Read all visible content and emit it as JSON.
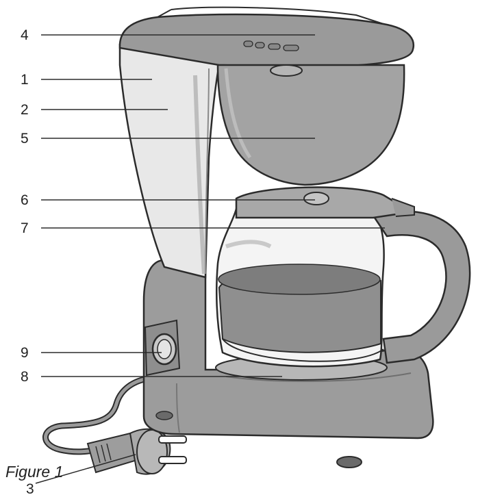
{
  "figure": {
    "caption": "Figure 1"
  },
  "callouts": [
    {
      "id": "4",
      "label": "4"
    },
    {
      "id": "1",
      "label": "1"
    },
    {
      "id": "2",
      "label": "2"
    },
    {
      "id": "5",
      "label": "5"
    },
    {
      "id": "6",
      "label": "6"
    },
    {
      "id": "7",
      "label": "7"
    },
    {
      "id": "9",
      "label": "9"
    },
    {
      "id": "8",
      "label": "8"
    },
    {
      "id": "3",
      "label": "3"
    }
  ],
  "colors": {
    "body_dark": "#8a8a8a",
    "body_mid": "#a7a7a7",
    "panel_light": "#e6e6e6",
    "outline": "#2b2b2b",
    "glass": "#f4f4f4",
    "coffee": "#8f8f8f"
  }
}
